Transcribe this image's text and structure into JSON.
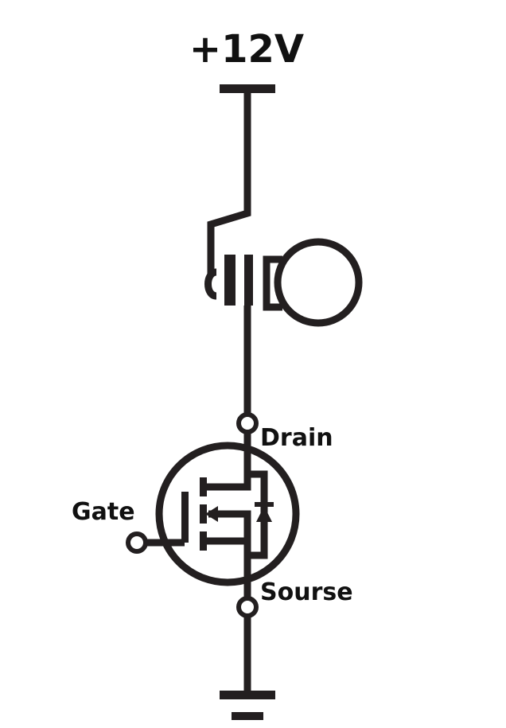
{
  "labels": {
    "supply": "+12V",
    "drain": "Drain",
    "gate": "Gate",
    "source": "Sourse"
  },
  "colors": {
    "line": "#231f20",
    "background": "#ffffff"
  }
}
